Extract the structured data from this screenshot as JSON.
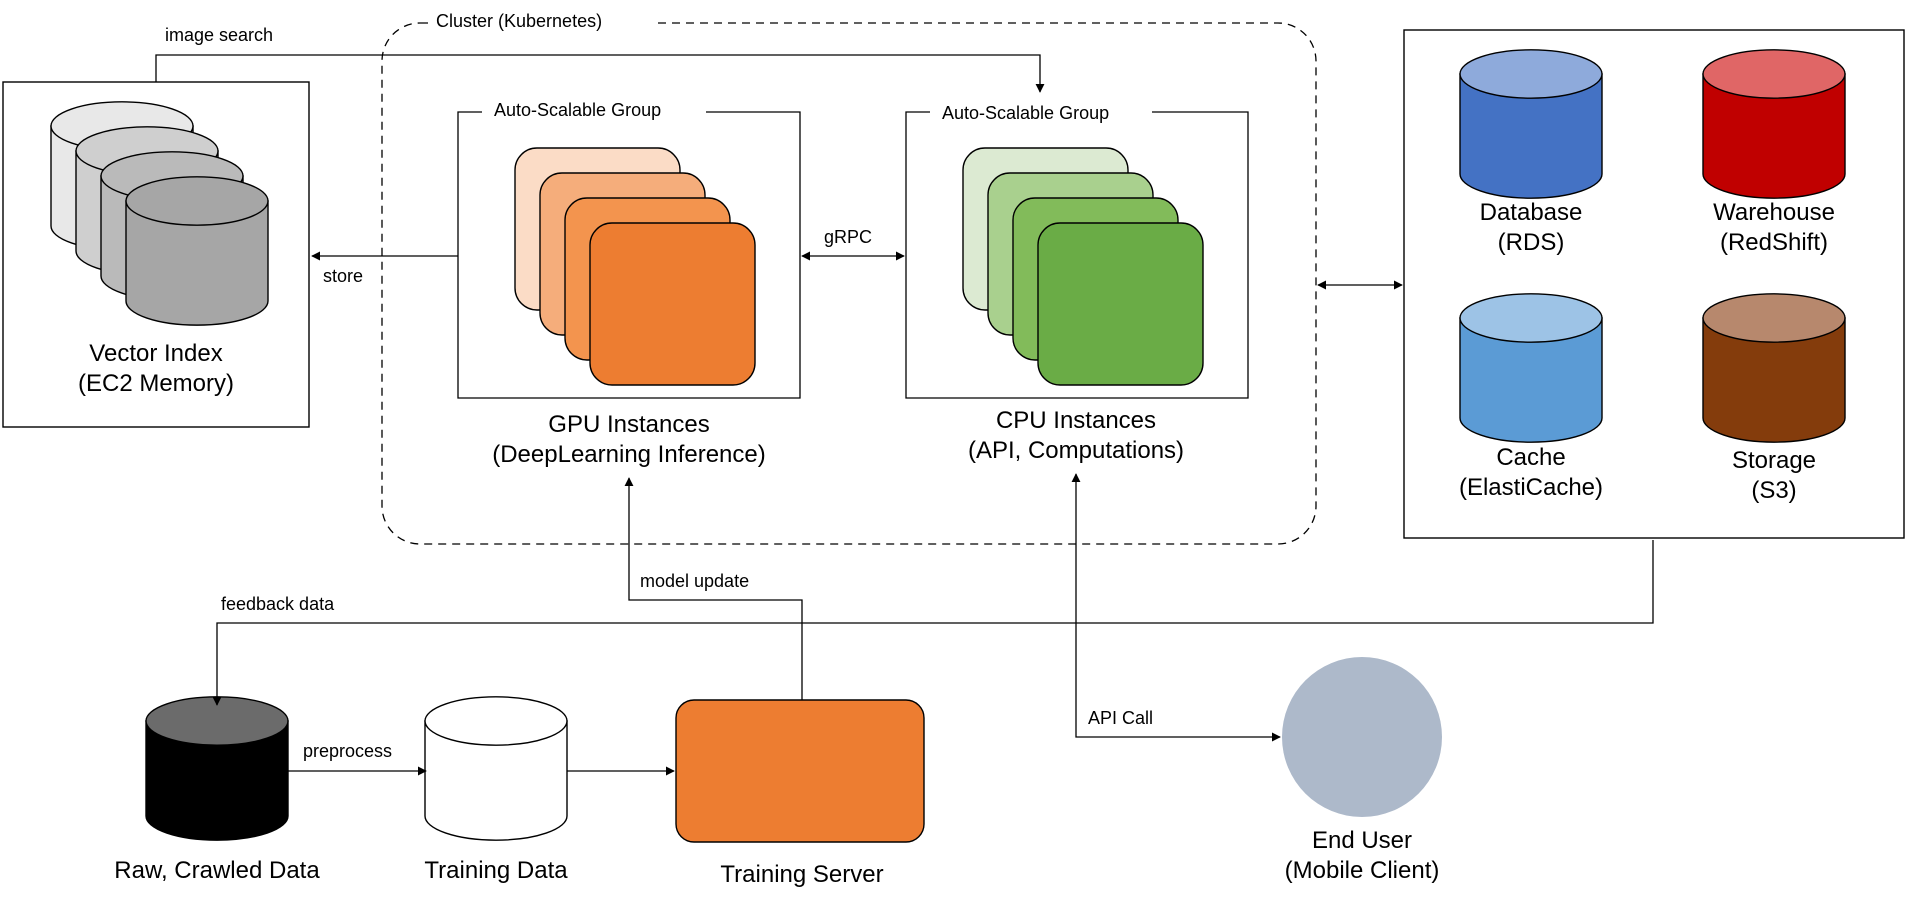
{
  "cluster_label": "Cluster (Kubernetes)",
  "gpu_group": {
    "group_label": "Auto-Scalable Group",
    "caption_line1": "GPU Instances",
    "caption_line2": "(DeepLearning Inference)",
    "colors": [
      "#fbdcc6",
      "#f5ad7b",
      "#f3944e",
      "#ed7d31"
    ]
  },
  "cpu_group": {
    "group_label": "Auto-Scalable Group",
    "caption_line1": "CPU Instances",
    "caption_line2": "(API, Computations)",
    "colors": [
      "#dcead2",
      "#a9d08e",
      "#82bb5a",
      "#6aac46"
    ]
  },
  "vector_index": {
    "caption_line1": "Vector Index",
    "caption_line2": "(EC2 Memory)",
    "colors": [
      "#e8e8e8",
      "#cfcfcf",
      "#bababa",
      "#a6a6a6"
    ]
  },
  "stores": [
    {
      "id": "database",
      "line1": "Database",
      "line2": "(RDS)",
      "color": "#4472c4",
      "top": "#8eaadb"
    },
    {
      "id": "warehouse",
      "line1": "Warehouse",
      "line2": "(RedShift)",
      "color": "#c00000",
      "top": "#e06666"
    },
    {
      "id": "cache",
      "line1": "Cache",
      "line2": "(ElastiCache)",
      "color": "#5b9bd5",
      "top": "#9dc3e6"
    },
    {
      "id": "storage",
      "line1": "Storage",
      "line2": "(S3)",
      "color": "#843c0c",
      "top": "#b7886d"
    }
  ],
  "raw_data": {
    "caption": "Raw, Crawled Data",
    "color": "#000000",
    "top": "#6b6b6b"
  },
  "training_data": {
    "caption": "Training Data",
    "color": "#ffffff"
  },
  "training_server": {
    "caption": "Training Server",
    "color": "#ed7d31"
  },
  "end_user": {
    "caption_line1": "End User",
    "caption_line2": "(Mobile Client)",
    "color": "#adb9ca"
  },
  "edges": {
    "image_search": "image search",
    "store": "store",
    "grpc": "gRPC",
    "model_update": "model update",
    "feedback_data": "feedback data",
    "preprocess": "preprocess",
    "api_call": "API Call"
  }
}
